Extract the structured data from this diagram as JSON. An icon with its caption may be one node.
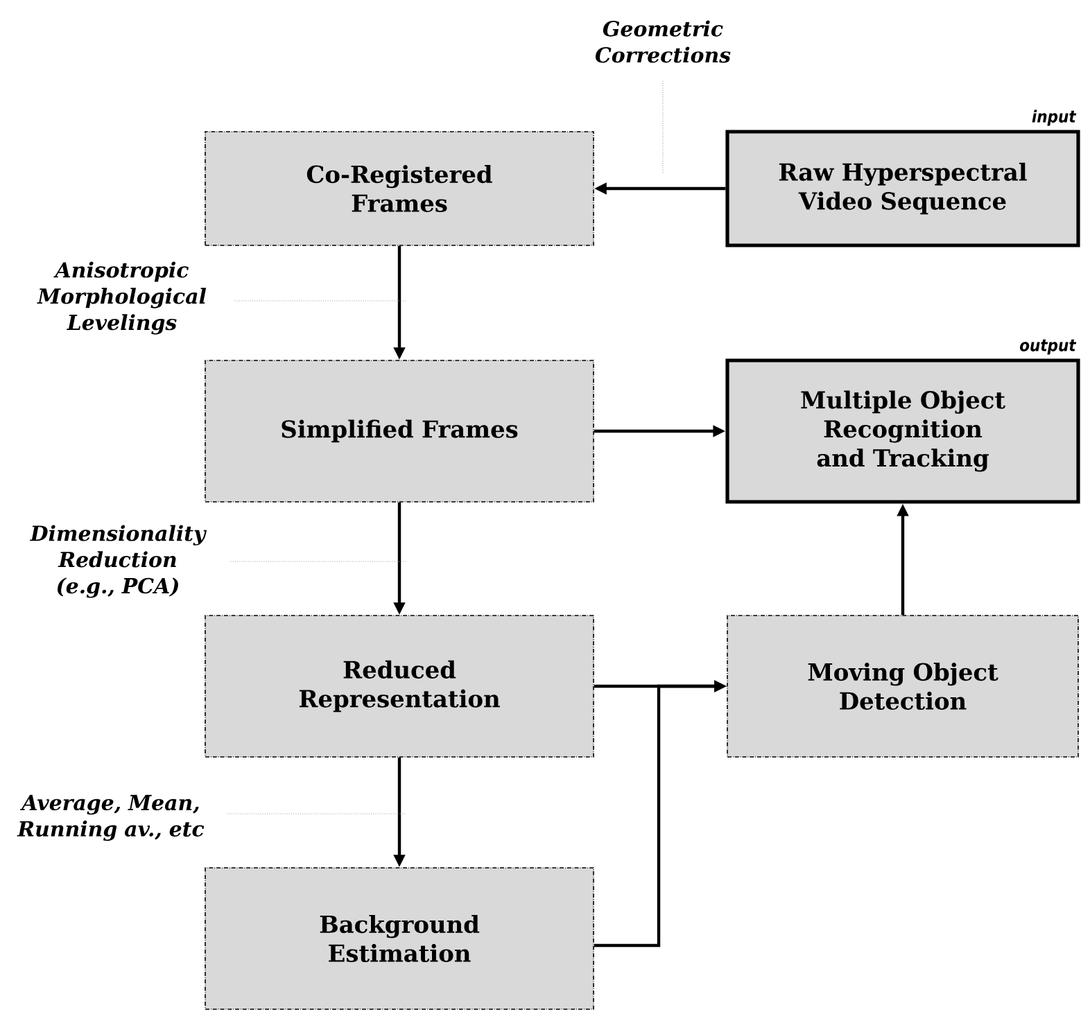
{
  "diagram": {
    "nodes": [
      {
        "text": [
          "Co-Registered Frames"
        ]
      },
      {
        "text": [
          "Raw Hyperspectral Video Sequence"
        ],
        "beside": [
          "input"
        ]
      },
      {
        "text": [
          "Simplified Frames"
        ]
      },
      {
        "text": [
          "Multiple Object Recognition and Tracking"
        ],
        "beside": [
          "output"
        ]
      },
      {
        "text": [
          "Reduced Representation"
        ]
      },
      {
        "text": [
          "Moving Object Detection"
        ]
      },
      {
        "text": [
          "Background Estimation"
        ]
      },
      {
        "text": [
          "Geometric Corrections"
        ]
      },
      {
        "text": [
          "Anisotropic Morphological Levelings"
        ]
      },
      {
        "text": [
          "Dimensionality Reduction (e.g., PCA)"
        ]
      },
      {
        "text": [
          "Average, Mean, Running av., etc"
        ]
      }
    ],
    "edges": [
      {
        "from": 1,
        "to": 0,
        "arrow": "to"
      },
      {
        "from": 0,
        "to": 2,
        "arrow": "to"
      },
      {
        "from": 2,
        "to": 3,
        "arrow": "to"
      },
      {
        "from": 2,
        "to": 4,
        "arrow": "to"
      },
      {
        "from": 4,
        "to": 5,
        "arrow": "to"
      },
      {
        "from": 4,
        "to": 6,
        "arrow": "to"
      },
      {
        "from": 6,
        "to": 5,
        "arrow": "to"
      },
      {
        "from": 5,
        "to": 3,
        "arrow": "to"
      },
      {
        "from": 7,
        "to": null,
        "arrow": "none",
        "style": "dashed",
        "color": "#aaaaaa"
      },
      {
        "from": 8,
        "to": null,
        "arrow": "none",
        "style": "dashed",
        "color": "#aaaaaa"
      },
      {
        "from": 9,
        "to": null,
        "arrow": "none",
        "style": "dashed",
        "color": "#aaaaaa"
      },
      {
        "from": 10,
        "to": null,
        "arrow": "none",
        "style": "dashed",
        "color": "#aaaaaa"
      }
    ]
  }
}
